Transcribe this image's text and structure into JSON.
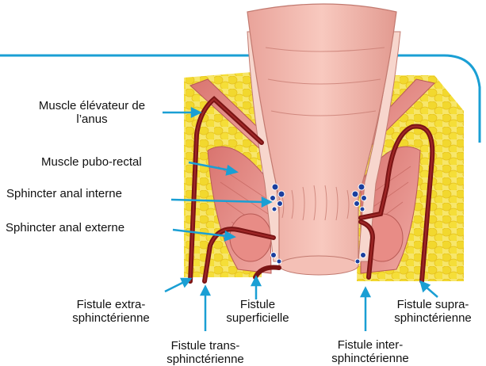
{
  "labels": {
    "levator": {
      "line1": "Muscle élévateur de",
      "line2": "l’anus"
    },
    "puborectal": "Muscle pubo-rectal",
    "internal_sphincter": "Sphincter anal interne",
    "external_sphincter": "Sphincter anal externe",
    "extrasphincteric": {
      "line1": "Fistule extra-",
      "line2": "sphinctérienne"
    },
    "superficial": {
      "line1": "Fistule",
      "line2": "superficielle"
    },
    "suprasphincteric": {
      "line1": "Fistule supra-",
      "line2": "sphinctérienne"
    },
    "transsphincteric": {
      "line1": "Fistule trans-",
      "line2": "sphinctérienne"
    },
    "intersphincteric": {
      "line1": "Fistule inter-",
      "line2": "sphinctérienne"
    }
  },
  "colors": {
    "accent_blue": "#1a9fd4",
    "fat_yellow": "#f4df3a",
    "muscle_pink": "#e89a95",
    "mucosa_pink": "#f2b3a8",
    "fistula_dark": "#7a1414",
    "vessel_blue": "#1b3f9e"
  }
}
